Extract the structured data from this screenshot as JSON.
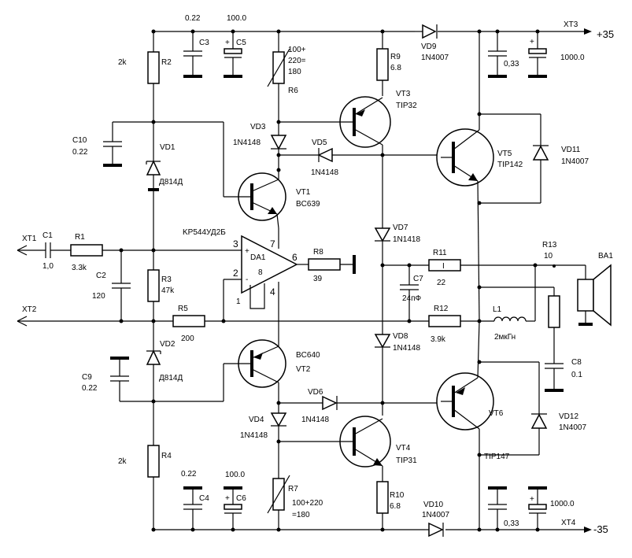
{
  "rails": {
    "pos": "+35",
    "neg": "-35",
    "pos_terminal": "XT3",
    "neg_terminal": "XT4"
  },
  "inputs": {
    "xt1": "XT1",
    "xt2": "XT2"
  },
  "opamp": {
    "name": "DA1",
    "part": "KP544УД2Б",
    "pin3": "3",
    "pin2": "2",
    "pin7": "7",
    "pin6": "6",
    "pin8": "8",
    "pin1": "1",
    "pin4": "4",
    "plus": "+",
    "minus": "-"
  },
  "resistors": {
    "r1": {
      "name": "R1",
      "value": "3.3k"
    },
    "r2": {
      "name": "R2",
      "value": "2k"
    },
    "r3": {
      "name": "R3",
      "value": "47k"
    },
    "r4": {
      "name": "R4",
      "value": "2k"
    },
    "r5": {
      "name": "R5",
      "value": "200"
    },
    "r6": {
      "name": "R6",
      "v1": "100+",
      "v2": "220=",
      "v3": "180"
    },
    "r7": {
      "name": "R7",
      "v1": "100+220",
      "v2": "=180"
    },
    "r8": {
      "name": "R8",
      "value": "39"
    },
    "r9": {
      "name": "R9",
      "value": "6.8"
    },
    "r10": {
      "name": "R10",
      "value": "6.8"
    },
    "r11": {
      "name": "R11",
      "value": "22",
      "body": "I"
    },
    "r12": {
      "name": "R12",
      "value": "3.9k"
    },
    "r13": {
      "name": "R13",
      "value": "10"
    }
  },
  "capacitors": {
    "c1": {
      "name": "C1",
      "value": "1,0"
    },
    "c2": {
      "name": "C2",
      "value": "120"
    },
    "c3": {
      "name": "C3",
      "value": "0.22"
    },
    "c4": {
      "name": "C4",
      "value": "0.22"
    },
    "c5": {
      "name": "C5",
      "value": "100.0"
    },
    "c6": {
      "name": "C6",
      "value": "100.0"
    },
    "c7": {
      "name": "C7",
      "value": "24пФ"
    },
    "c8": {
      "name": "C8",
      "value": "0.1"
    },
    "c9": {
      "name": "C9",
      "value": "0.22"
    },
    "c10": {
      "name": "C10",
      "value": "0.22"
    },
    "c_top1": {
      "value": "0,33"
    },
    "c_top2": {
      "value": "1000.0"
    },
    "c_bot1": {
      "value": "0,33"
    },
    "c_bot2": {
      "value": "1000.0"
    }
  },
  "diodes": {
    "vd1": {
      "name": "VD1",
      "part": "Д814Д"
    },
    "vd2": {
      "name": "VD2",
      "part": "Д814Д"
    },
    "vd3": {
      "name": "VD3",
      "part": "1N4148"
    },
    "vd4": {
      "name": "VD4",
      "part": "1N4148"
    },
    "vd5": {
      "name": "VD5",
      "part": "1N4148"
    },
    "vd6": {
      "name": "VD6",
      "part": "1N4148"
    },
    "vd7": {
      "name": "VD7",
      "part": "1N1418"
    },
    "vd8": {
      "name": "VD8",
      "part": "1N4148"
    },
    "vd9": {
      "name": "VD9",
      "part": "1N4007"
    },
    "vd10": {
      "name": "VD10",
      "part": "1N4007"
    },
    "vd11": {
      "name": "VD11",
      "part": "1N4007"
    },
    "vd12": {
      "name": "VD12",
      "part": "1N4007"
    }
  },
  "transistors": {
    "vt1": {
      "name": "VT1",
      "part": "BC639"
    },
    "vt2": {
      "name": "VT2",
      "part": "BC640"
    },
    "vt3": {
      "name": "VT3",
      "part": "TIP32"
    },
    "vt4": {
      "name": "VT4",
      "part": "TIP31"
    },
    "vt5": {
      "name": "VT5",
      "part": "TIP142"
    },
    "vt6": {
      "name": "VT6",
      "part": "TIP147"
    }
  },
  "inductor": {
    "name": "L1",
    "value": "2мкГн"
  },
  "speaker": {
    "name": "BA1"
  }
}
